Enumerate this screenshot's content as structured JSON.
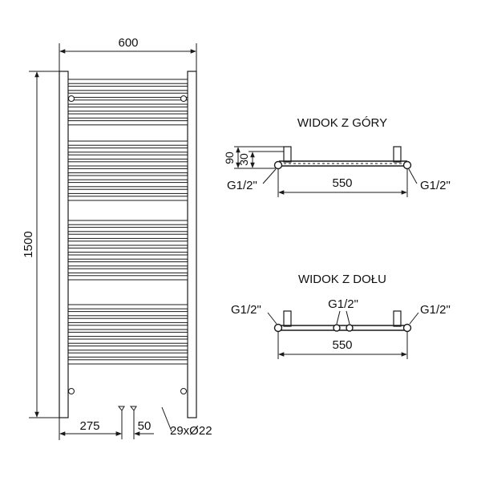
{
  "front_view": {
    "width_label": "600",
    "height_label": "1500",
    "left_offset_label": "275",
    "spacing_label": "50",
    "tubes_label": "29xØ22",
    "bar_groups": [
      7,
      9,
      9,
      9
    ]
  },
  "top_view": {
    "title": "WIDOK Z GÓRY",
    "depth_outer_label": "90",
    "depth_inner_label": "30",
    "left_thread_label": "G1/2\"",
    "right_thread_label": "G1/2\"",
    "width_label": "550"
  },
  "bottom_view": {
    "title": "WIDOK Z DOŁU",
    "left_thread_label": "G1/2\"",
    "center_thread_label": "G1/2\"",
    "right_thread_label": "G1/2\"",
    "width_label": "550"
  }
}
